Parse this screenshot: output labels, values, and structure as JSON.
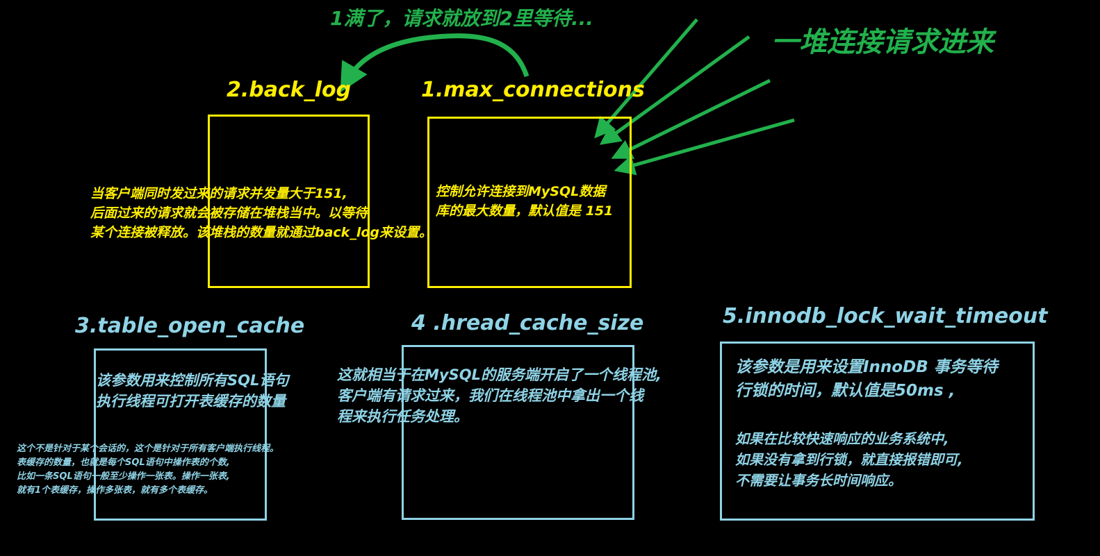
{
  "annotations": {
    "top_note": "1满了，请求就放到2里等待...",
    "incoming": "一堆连接请求进来"
  },
  "params": {
    "back_log": {
      "title": "2.back_log",
      "desc": [
        "当客户端同时发过来的请求并发量大于151,",
        "后面过来的请求就会被存储在堆栈当中。以等待",
        "某个连接被释放。该堆栈的数量就通过back_log来设置。"
      ]
    },
    "max_connections": {
      "title": "1.max_connections",
      "desc": [
        "控制允许连接到MySQL数据",
        "库的最大数量，默认值是 151"
      ]
    },
    "table_open_cache": {
      "title": "3.table_open_cache",
      "desc": [
        "该参数用来控制所有SQL语句",
        "执行线程可打开表缓存的数量"
      ],
      "note": [
        "这个不是针对于某个会话的，这个是针对于所有客户端执行线程。",
        "表缓存的数量，也就是每个SQL语句中操作表的个数,",
        "比如一条SQL语句一般至少操作一张表。操作一张表,",
        "就有1个表缓存，操作多张表，就有多个表缓存。"
      ]
    },
    "thread_cache_size": {
      "title": "4 .hread_cache_size",
      "desc": [
        "这就相当于在MySQL的服务端开启了一个线程池,",
        "客户端有请求过来，我们在线程池中拿出一个线",
        "程来执行任务处理。"
      ]
    },
    "innodb_lock_wait_timeout": {
      "title": "5.innodb_lock_wait_timeout",
      "desc": [
        "该参数是用来设置InnoDB 事务等待",
        "行锁的时间，默认值是50ms ,"
      ],
      "desc2": [
        "如果在比较快速响应的业务系统中,",
        "如果没有拿到行锁，就直接报错即可,",
        "不需要让事务长时间响应。"
      ]
    }
  },
  "colors": {
    "background": "#000000",
    "yellow": "#ffee00",
    "cyan": "#8fd3e6",
    "green": "#22b14c"
  }
}
